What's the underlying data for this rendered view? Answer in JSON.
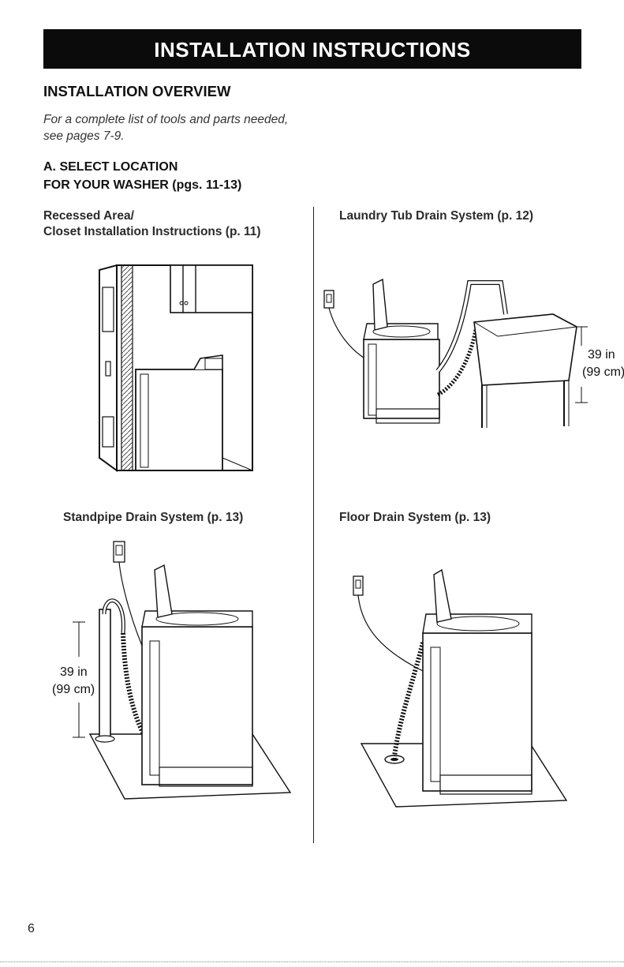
{
  "banner": {
    "title": "INSTALLATION INSTRUCTIONS"
  },
  "overview": {
    "heading": "INSTALLATION OVERVIEW",
    "intro": "For a complete list of tools and parts needed, see pages 7-9."
  },
  "select_location": {
    "line1": "A. SELECT LOCATION",
    "line2": "FOR YOUR WASHER (pgs. 11-13)"
  },
  "figures": {
    "recessed": {
      "caption_line1": "Recessed Area/",
      "caption_line2": "Closet Installation Instructions (p. 11)"
    },
    "laundry_tub": {
      "caption": "Laundry Tub Drain System (p. 12)",
      "height_in": "39 in",
      "height_cm": "(99 cm)"
    },
    "standpipe": {
      "caption": "Standpipe Drain System (p. 13)",
      "height_in": "39 in",
      "height_cm": "(99 cm)"
    },
    "floor_drain": {
      "caption": "Floor Drain System (p. 13)"
    }
  },
  "footer": {
    "page_number": "6"
  }
}
